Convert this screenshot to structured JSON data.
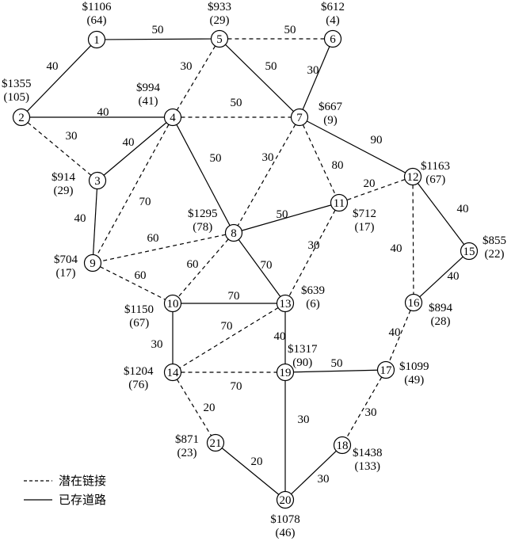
{
  "nodes": [
    {
      "id": "1",
      "cost": "$1106",
      "demand": "(64)"
    },
    {
      "id": "2",
      "cost": "$1355",
      "demand": "(105)"
    },
    {
      "id": "3",
      "cost": "$914",
      "demand": "(29)"
    },
    {
      "id": "4",
      "cost": "$994",
      "demand": "(41)"
    },
    {
      "id": "5",
      "cost": "$933",
      "demand": "(29)"
    },
    {
      "id": "6",
      "cost": "$612",
      "demand": "(4)"
    },
    {
      "id": "7",
      "cost": "$667",
      "demand": "(9)"
    },
    {
      "id": "8",
      "cost": "$1295",
      "demand": "(78)"
    },
    {
      "id": "9",
      "cost": "$704",
      "demand": "(17)"
    },
    {
      "id": "10",
      "cost": "$1150",
      "demand": "(67)"
    },
    {
      "id": "11",
      "cost": "$712",
      "demand": "(17)"
    },
    {
      "id": "12",
      "cost": "$1163",
      "demand": "(67)"
    },
    {
      "id": "13",
      "cost": "$639",
      "demand": "(6)"
    },
    {
      "id": "14",
      "cost": "$1204",
      "demand": "(76)"
    },
    {
      "id": "15",
      "cost": "$855",
      "demand": "(22)"
    },
    {
      "id": "16",
      "cost": "$894",
      "demand": "(28)"
    },
    {
      "id": "17",
      "cost": "$1099",
      "demand": "(49)"
    },
    {
      "id": "18",
      "cost": "$1438",
      "demand": "(133)"
    },
    {
      "id": "19",
      "cost": "$1317",
      "demand": "(90)"
    },
    {
      "id": "20",
      "cost": "$1078",
      "demand": "(46)"
    },
    {
      "id": "21",
      "cost": "$871",
      "demand": "(23)"
    }
  ],
  "edges": [
    {
      "from": "1",
      "to": "5",
      "weight": "50",
      "type": "existing"
    },
    {
      "from": "1",
      "to": "2",
      "weight": "40",
      "type": "existing"
    },
    {
      "from": "5",
      "to": "6",
      "weight": "50",
      "type": "potential"
    },
    {
      "from": "5",
      "to": "4",
      "weight": "30",
      "type": "potential"
    },
    {
      "from": "5",
      "to": "7",
      "weight": "50",
      "type": "existing"
    },
    {
      "from": "6",
      "to": "7",
      "weight": "30",
      "type": "existing"
    },
    {
      "from": "2",
      "to": "4",
      "weight": "40",
      "type": "existing"
    },
    {
      "from": "2",
      "to": "3",
      "weight": "30",
      "type": "potential"
    },
    {
      "from": "4",
      "to": "7",
      "weight": "50",
      "type": "potential"
    },
    {
      "from": "4",
      "to": "3",
      "weight": "40",
      "type": "existing"
    },
    {
      "from": "4",
      "to": "8",
      "weight": "50",
      "type": "existing"
    },
    {
      "from": "4",
      "to": "9",
      "weight": "70",
      "type": "potential"
    },
    {
      "from": "3",
      "to": "9",
      "weight": "40",
      "type": "existing"
    },
    {
      "from": "7",
      "to": "8",
      "weight": "30",
      "type": "potential"
    },
    {
      "from": "7",
      "to": "11",
      "weight": "80",
      "type": "potential"
    },
    {
      "from": "7",
      "to": "12",
      "weight": "90",
      "type": "existing"
    },
    {
      "from": "12",
      "to": "11",
      "weight": "20",
      "type": "potential"
    },
    {
      "from": "12",
      "to": "15",
      "weight": "40",
      "type": "existing"
    },
    {
      "from": "12",
      "to": "16",
      "weight": "40",
      "type": "potential"
    },
    {
      "from": "15",
      "to": "16",
      "weight": "40",
      "type": "existing"
    },
    {
      "from": "8",
      "to": "11",
      "weight": "50",
      "type": "existing"
    },
    {
      "from": "8",
      "to": "9",
      "weight": "60",
      "type": "potential"
    },
    {
      "from": "8",
      "to": "10",
      "weight": "60",
      "type": "potential"
    },
    {
      "from": "8",
      "to": "13",
      "weight": "70",
      "type": "existing"
    },
    {
      "from": "9",
      "to": "10",
      "weight": "60",
      "type": "potential"
    },
    {
      "from": "11",
      "to": "13",
      "weight": "30",
      "type": "potential"
    },
    {
      "from": "10",
      "to": "13",
      "weight": "70",
      "type": "existing"
    },
    {
      "from": "10",
      "to": "14",
      "weight": "30",
      "type": "existing"
    },
    {
      "from": "13",
      "to": "14",
      "weight": "70",
      "type": "potential"
    },
    {
      "from": "13",
      "to": "19",
      "weight": "40",
      "type": "existing"
    },
    {
      "from": "14",
      "to": "19",
      "weight": "70",
      "type": "potential"
    },
    {
      "from": "14",
      "to": "21",
      "weight": "20",
      "type": "potential"
    },
    {
      "from": "19",
      "to": "17",
      "weight": "50",
      "type": "existing"
    },
    {
      "from": "19",
      "to": "20",
      "weight": "30",
      "type": "existing"
    },
    {
      "from": "16",
      "to": "17",
      "weight": "40",
      "type": "potential"
    },
    {
      "from": "17",
      "to": "18",
      "weight": "30",
      "type": "potential"
    },
    {
      "from": "18",
      "to": "20",
      "weight": "30",
      "type": "existing"
    },
    {
      "from": "21",
      "to": "20",
      "weight": "20",
      "type": "existing"
    }
  ],
  "legend": {
    "potential_label": "潜在链接",
    "existing_label": "已存道路"
  }
}
